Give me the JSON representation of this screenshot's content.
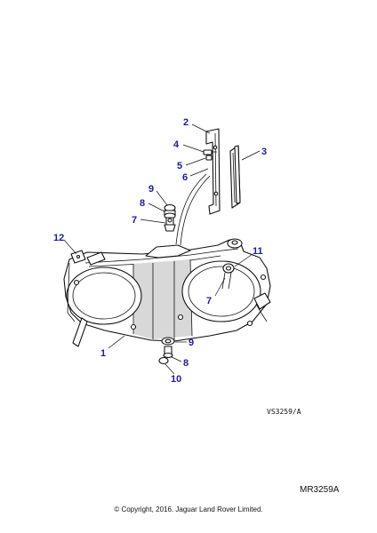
{
  "diagram": {
    "callouts": {
      "c1": "1",
      "c2": "2",
      "c3": "3",
      "c4": "4",
      "c5": "5",
      "c6": "6",
      "c7a": "7",
      "c7b": "7",
      "c8a": "8",
      "c8b": "8",
      "c9a": "9",
      "c9b": "9",
      "c10": "10",
      "c11": "11",
      "c12": "12"
    },
    "illustration_ref": "VS3259/A",
    "drawing_number": "MR3259A",
    "copyright": "© Copyright, 2016. Jaguar Land Rover Limited."
  },
  "colors": {
    "callout": "#1a1aa6",
    "line": "#111111",
    "shade": "#d8d8d8"
  }
}
